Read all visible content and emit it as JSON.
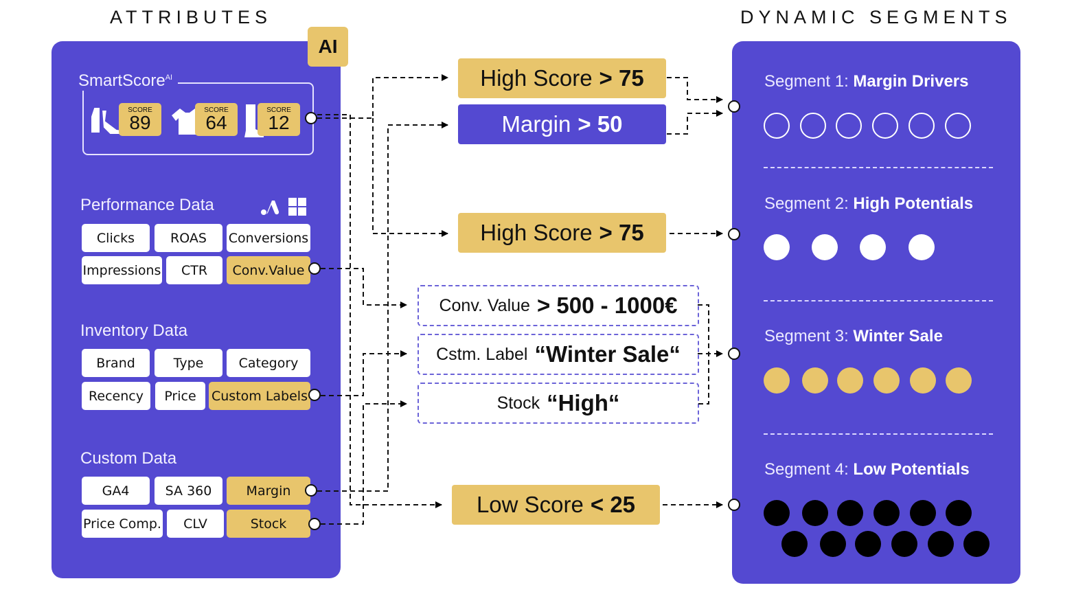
{
  "headings": {
    "attributes": "ATTRIBUTES",
    "segments": "DYNAMIC SEGMENTS"
  },
  "ai_badge": "AI",
  "smartscore": {
    "title": "SmartScore",
    "superscript": "AI",
    "products": [
      {
        "icon": "shoe-icon",
        "label": "SCORE",
        "value": "89"
      },
      {
        "icon": "tshirt-icon",
        "label": "SCORE",
        "value": "64"
      },
      {
        "icon": "boot-icon",
        "label": "SCORE",
        "value": "12"
      }
    ]
  },
  "performance": {
    "title": "Performance Data",
    "icons": [
      "google-ads-icon",
      "microsoft-ads-icon"
    ],
    "chips": [
      {
        "label": "Clicks",
        "highlight": false
      },
      {
        "label": "ROAS",
        "highlight": false
      },
      {
        "label": "Conversions",
        "highlight": false
      },
      {
        "label": "Impressions",
        "highlight": false
      },
      {
        "label": "CTR",
        "highlight": false
      },
      {
        "label": "Conv.Value",
        "highlight": true
      }
    ]
  },
  "inventory": {
    "title": "Inventory Data",
    "chips": [
      {
        "label": "Brand",
        "highlight": false
      },
      {
        "label": "Type",
        "highlight": false
      },
      {
        "label": "Category",
        "highlight": false
      },
      {
        "label": "Recency",
        "highlight": false
      },
      {
        "label": "Price",
        "highlight": false
      },
      {
        "label": "Custom Labels",
        "highlight": true
      }
    ]
  },
  "custom": {
    "title": "Custom Data",
    "chips": [
      {
        "label": "GA4",
        "highlight": false
      },
      {
        "label": "SA 360",
        "highlight": false
      },
      {
        "label": "Margin",
        "highlight": true
      },
      {
        "label": "Price Comp.",
        "highlight": false
      },
      {
        "label": "CLV",
        "highlight": false
      },
      {
        "label": "Stock",
        "highlight": true
      }
    ]
  },
  "rules": [
    {
      "key": "High Score",
      "op": "> 75",
      "style": "gold"
    },
    {
      "key": "Margin",
      "op": "> 50",
      "style": "purple"
    },
    {
      "key": "High Score",
      "op": "> 75",
      "style": "gold"
    },
    {
      "key": "Low Score",
      "op": "< 25",
      "style": "gold"
    }
  ],
  "conditions": [
    {
      "key": "Conv. Value",
      "value": "> 500 - 1000€"
    },
    {
      "key": "Cstm. Label",
      "value": "“Winter Sale“"
    },
    {
      "key": "Stock",
      "value": "“High“"
    }
  ],
  "segments": [
    {
      "prefix": "Segment 1:",
      "name": "Margin Drivers",
      "dot_style": "outline",
      "dot_count": 6
    },
    {
      "prefix": "Segment 2:",
      "name": "High Potentials",
      "dot_style": "white",
      "dot_count": 4
    },
    {
      "prefix": "Segment 3:",
      "name": "Winter Sale",
      "dot_style": "gold",
      "dot_count": 6
    },
    {
      "prefix": "Segment 4:",
      "name": "Low Potentials",
      "dot_style": "black",
      "dot_count": 12
    }
  ],
  "colors": {
    "panel": "#5449d1",
    "gold": "#e8c56c",
    "line": "#111111"
  }
}
